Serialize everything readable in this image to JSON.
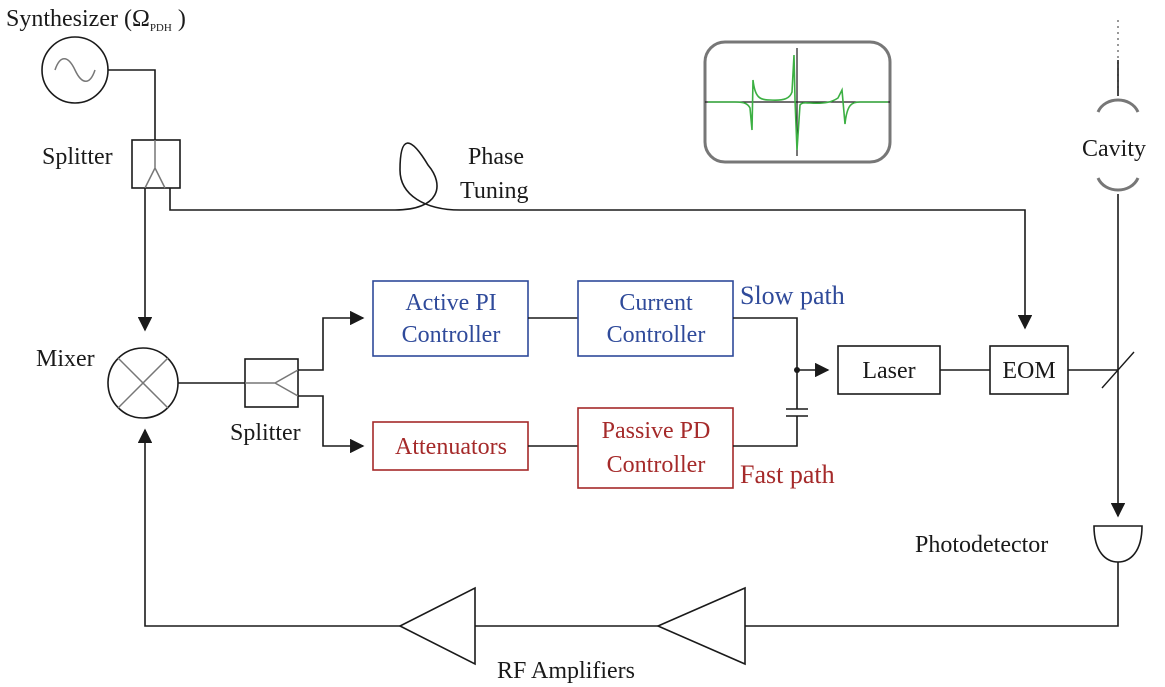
{
  "labels": {
    "synthesizer": "Synthesizer (Ω",
    "synthesizer_sub": "PDH",
    "synthesizer_close": " )",
    "splitter_top": "Splitter",
    "phase": "Phase",
    "tuning": "Tuning",
    "cavity": "Cavity",
    "mixer": "Mixer",
    "splitter_mid": "Splitter",
    "active_pi_1": "Active PI",
    "active_pi_2": "Controller",
    "current_1": "Current",
    "current_2": "Controller",
    "slow_path": "Slow path",
    "attenuators": "Attenuators",
    "passive_pd_1": "Passive PD",
    "passive_pd_2": "Controller",
    "fast_path": "Fast path",
    "laser": "Laser",
    "eom": "EOM",
    "photodetector": "Photodetector",
    "rf_amplifiers": "RF Amplifiers"
  },
  "colors": {
    "slow": "#2f4a9a",
    "fast": "#a52a2a",
    "signal": "#3cb043",
    "line": "#1a1a1a"
  }
}
